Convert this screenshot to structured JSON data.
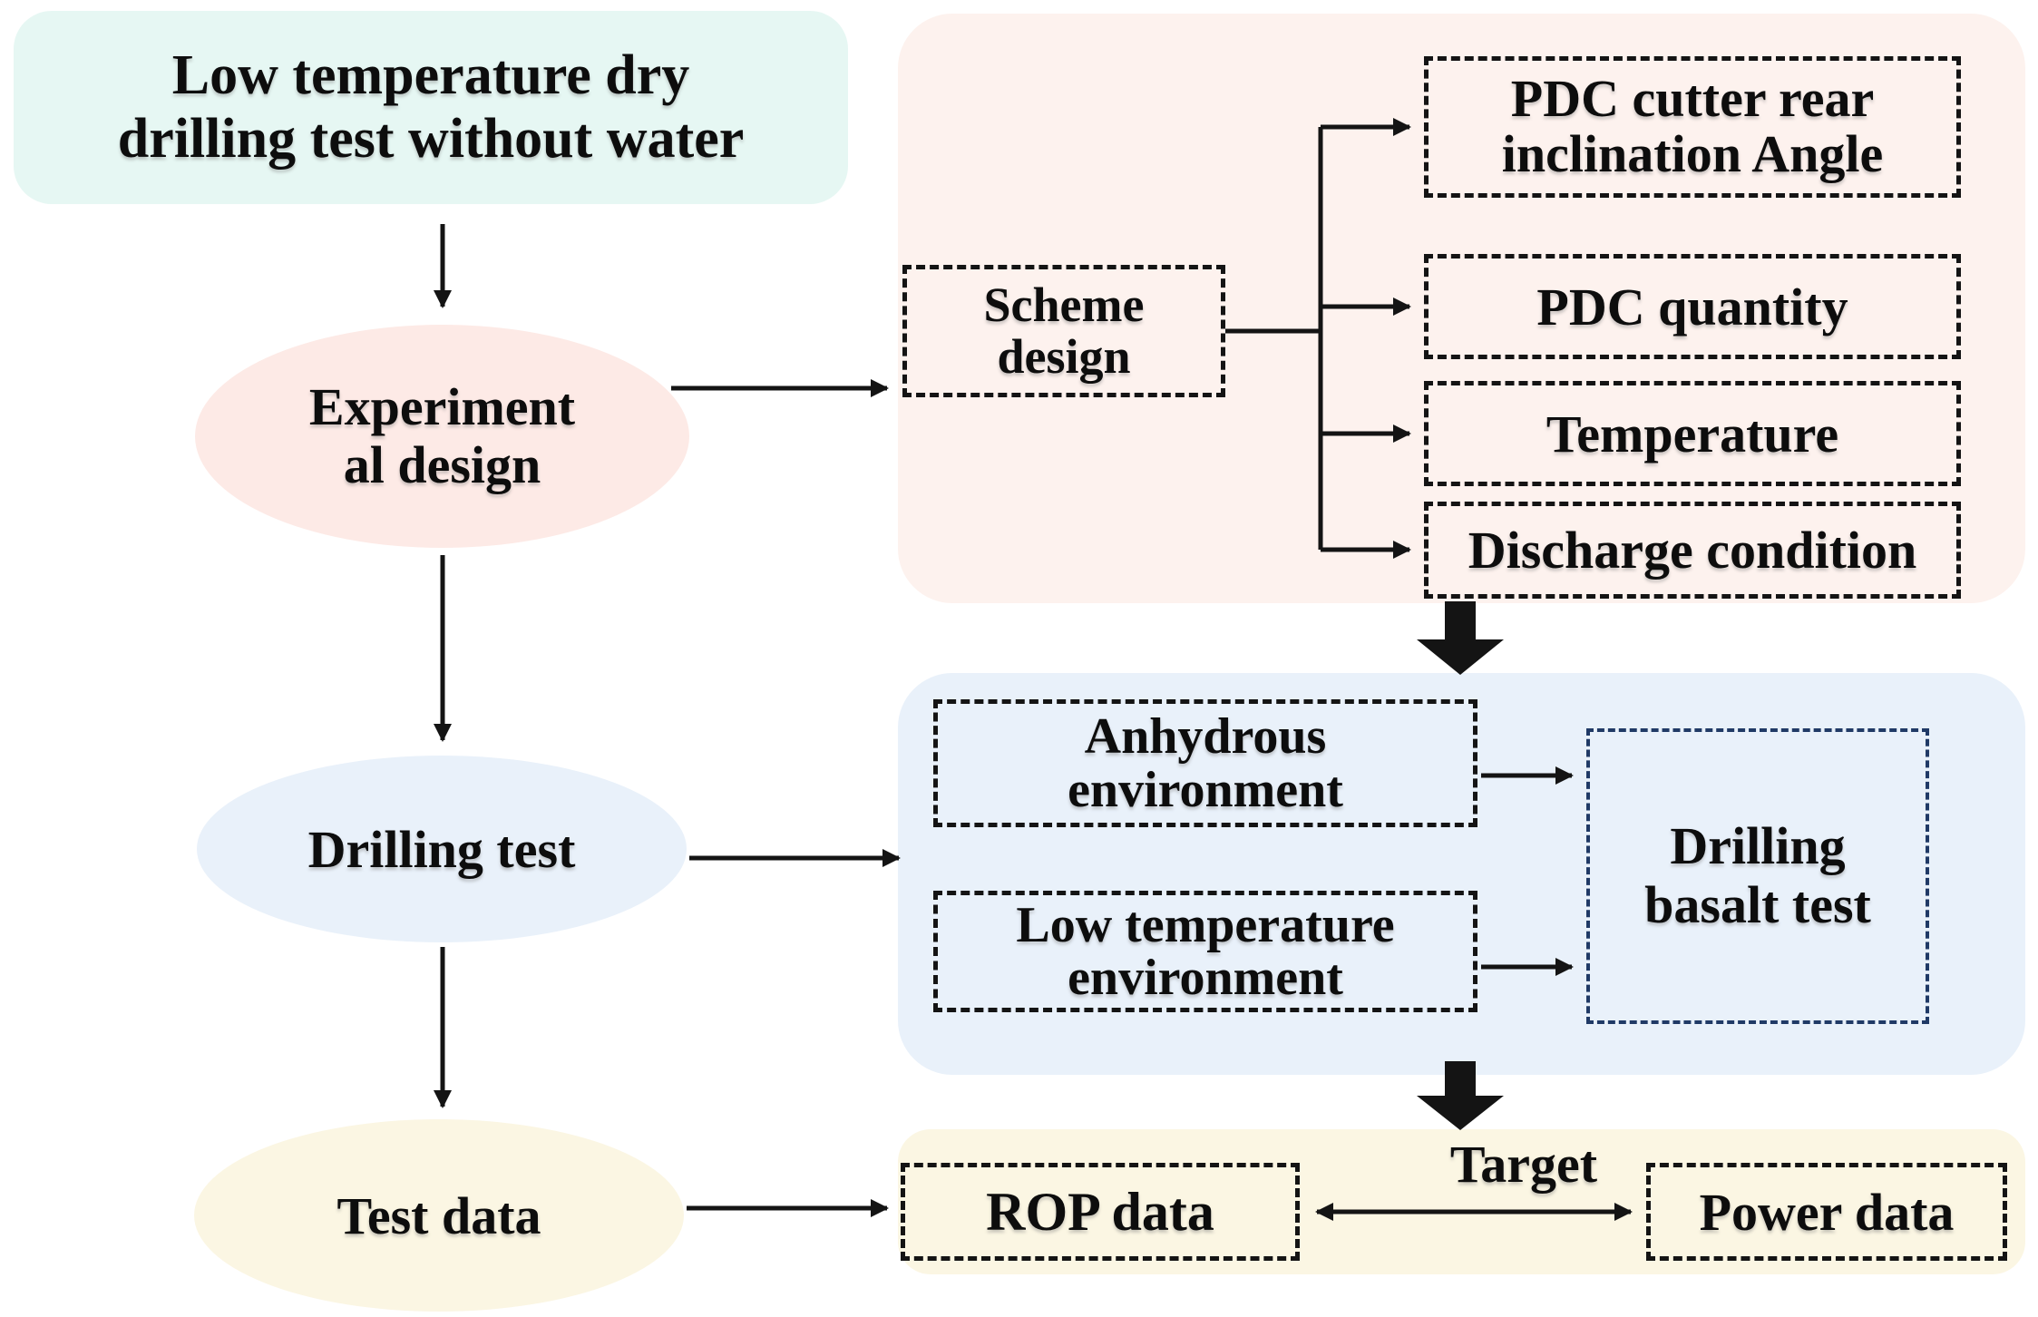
{
  "colors": {
    "cyan_fill": "#e6f7f3",
    "pink_fill": "#fdeae6",
    "pink_container": "#fdf2ee",
    "blue_fill": "#e9f1fa",
    "yellow_fill": "#fbf6e3",
    "navy_border": "#203a66",
    "line": "#141414"
  },
  "left_flow": {
    "start_box": {
      "line1": "Low temperature dry",
      "line2": "drilling test without water"
    },
    "experimental_design_ellipse": {
      "line1": "Experiment",
      "line2": "al design"
    },
    "drilling_test_ellipse": {
      "label": "Drilling test"
    },
    "test_data_ellipse": {
      "label": "Test data"
    }
  },
  "scheme_section": {
    "scheme_box": {
      "line1": "Scheme",
      "line2": "design"
    },
    "factor_boxes": [
      {
        "line1": "PDC cutter rear",
        "line2": "inclination Angle"
      },
      {
        "label": "PDC quantity"
      },
      {
        "label": "Temperature"
      },
      {
        "label": "Discharge condition"
      }
    ]
  },
  "test_section": {
    "environment_boxes": [
      {
        "line1": "Anhydrous",
        "line2": "environment"
      },
      {
        "line1": "Low temperature",
        "line2": "environment"
      }
    ],
    "result_box": {
      "line1": "Drilling",
      "line2": "basalt test"
    }
  },
  "target_section": {
    "target_label": "Target",
    "rop_box_label": "ROP data",
    "power_box_label": "Power data"
  }
}
